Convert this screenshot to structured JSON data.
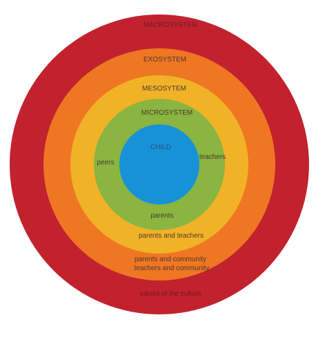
{
  "colors": {
    "macrosystem": "#c1222e",
    "exosystem": "#ef7622",
    "mesosystem": "#f1b227",
    "microsystem": "#89b540",
    "child": "#1892d7"
  },
  "rings": {
    "macrosystem": {
      "title": "MACROSYSTEM",
      "note": "values of the culture"
    },
    "exosystem": {
      "title": "EXOSYSTEM",
      "note_line1": "parents and community",
      "note_line2": "teachers and community"
    },
    "mesosystem": {
      "title": "MESOSYTEM",
      "note": "parents and teachers"
    },
    "microsystem": {
      "title": "MICROSYSTEM",
      "left": "peers",
      "right": "teachers",
      "bottom": "parents"
    },
    "child": {
      "title": "CHILD"
    }
  }
}
